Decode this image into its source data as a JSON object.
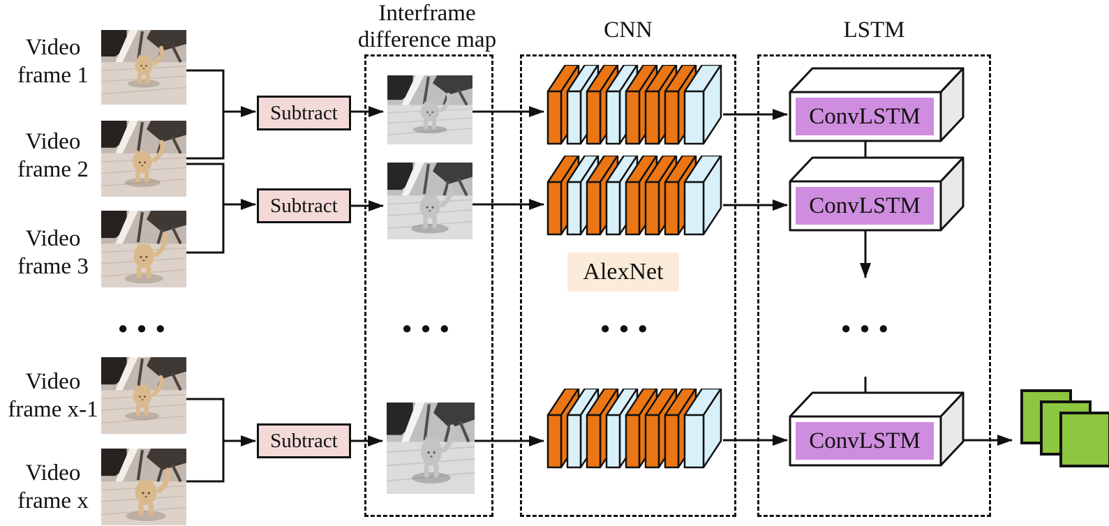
{
  "figure": {
    "ellipsis": "• • •",
    "video_frames": [
      {
        "line1": "Video",
        "line2": "frame 1"
      },
      {
        "line1": "Video",
        "line2": "frame 2"
      },
      {
        "line1": "Video",
        "line2": "frame 3"
      },
      {
        "line1": "Video",
        "line2": "frame x-1"
      },
      {
        "line1": "Video",
        "line2": "frame x"
      }
    ],
    "subtract_label": "Subtract",
    "interframe": {
      "title_line1": "Interframe",
      "title_line2": "difference map"
    },
    "cnn": {
      "title": "CNN",
      "alexnet_label": "AlexNet"
    },
    "lstm": {
      "title": "LSTM",
      "convlstm_label": "ConvLSTM"
    },
    "photos": {
      "video_kind": "color kitten walking photo",
      "diff_kind": "grayscale interframe difference photo"
    },
    "colors": {
      "line": "#111111",
      "subtract_bg": "#f3dad8",
      "conv_orange": "#ec7613",
      "pool_blue": "#d8f0f9",
      "alexnet_bg": "#fbecd9",
      "convlstm_purple": "#cf8ddf",
      "box_side_gray": "#e9e9e9",
      "box_top_white": "#ffffff",
      "output_green": "#8dc63f"
    }
  }
}
